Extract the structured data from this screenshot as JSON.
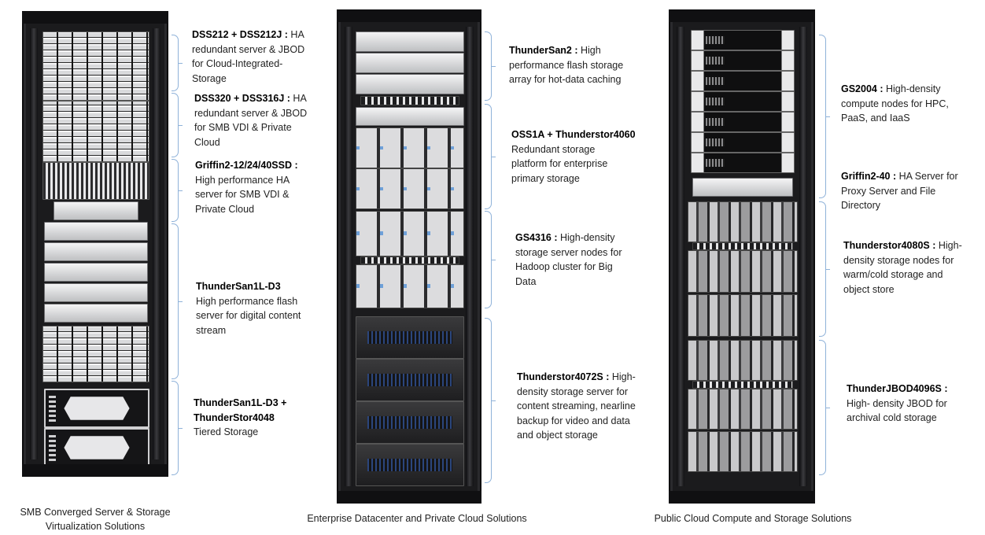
{
  "columns": [
    {
      "caption": [
        "SMB Converged Server & Storage",
        "Virtualization Solutions"
      ],
      "items": [
        {
          "name": "DSS212 + DSS212J :",
          "desc": [
            " HA",
            "redundant server & JBOD",
            "for Cloud-Integrated-",
            "Storage"
          ]
        },
        {
          "name": "DSS320 + DSS316J :",
          "desc": [
            " HA",
            "redundant server & JBOD",
            "for SMB VDI & Private",
            "Cloud"
          ]
        },
        {
          "name": "Griffin2-12/24/40SSD :",
          "desc": [
            "",
            "High performance HA",
            "server for SMB VDI &",
            "Private Cloud"
          ]
        },
        {
          "name": "ThunderSan1L-D3",
          "desc": [
            "",
            "High performance flash",
            "server for digital content",
            "stream"
          ]
        },
        {
          "name": "ThunderSan1L-D3 +",
          "name2": "ThunderStor4048",
          "desc": [
            "",
            "Tiered Storage"
          ]
        }
      ]
    },
    {
      "caption": [
        "Enterprise Datacenter and Private Cloud Solutions"
      ],
      "items": [
        {
          "name": "ThunderSan2 :",
          "desc": [
            " High",
            "performance flash storage",
            "array for hot-data caching"
          ]
        },
        {
          "name": "OSS1A + Thunderstor4060",
          "desc": [
            "",
            "Redundant storage",
            "platform for enterprise",
            "primary storage"
          ]
        },
        {
          "name": "GS4316 :",
          "desc": [
            " High-density",
            "storage server nodes for",
            "Hadoop cluster for Big",
            "Data"
          ]
        },
        {
          "name": "Thunderstor4072S :",
          "desc": [
            " High-",
            "density storage server for",
            "content streaming, nearline",
            "backup for video and data",
            "and object storage"
          ]
        }
      ]
    },
    {
      "caption": [
        "Public Cloud Compute and Storage Solutions"
      ],
      "items": [
        {
          "name": "GS2004 :",
          "desc": [
            " High-density",
            "compute nodes for HPC,",
            "PaaS, and IaaS"
          ]
        },
        {
          "name": "Griffin2-40 :",
          "desc": [
            " HA Server for",
            "Proxy Server and File",
            "Directory"
          ]
        },
        {
          "name": "Thunderstor4080S :",
          "desc": [
            " High-",
            "density storage nodes for",
            "warm/cold storage and",
            "object store"
          ]
        },
        {
          "name": "ThunderJBOD4096S :",
          "desc": [
            "",
            "High- density JBOD for",
            "archival cold storage"
          ]
        }
      ]
    }
  ]
}
